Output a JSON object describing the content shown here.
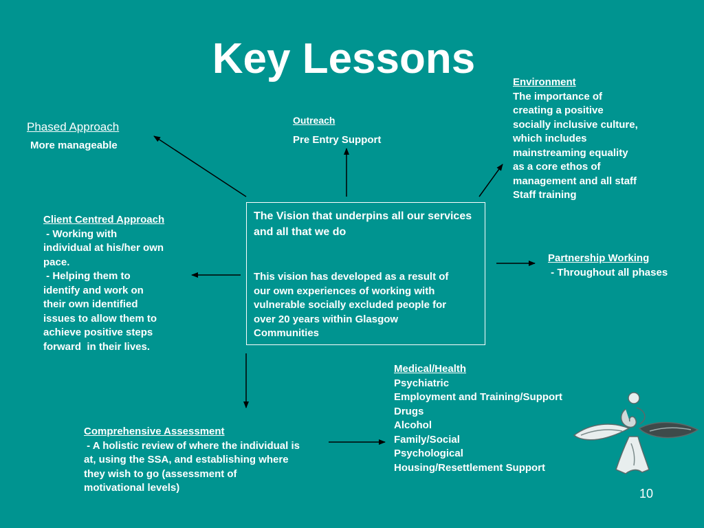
{
  "title": "Key Lessons",
  "page_number": "10",
  "colors": {
    "background": "#009490",
    "text": "#ffffff",
    "arrows": "#000000"
  },
  "center": {
    "heading": "The Vision that underpins all our services and all that we do",
    "body_lines": [
      "This vision has developed as a result of",
      "our own experiences of working with",
      "vulnerable socially excluded people for",
      "over 20 years within Glasgow",
      "Communities"
    ]
  },
  "phased": {
    "heading": "Phased Approach",
    "text": "More manageable"
  },
  "outreach": {
    "heading": "Outreach",
    "text": "Pre Entry Support"
  },
  "environment": {
    "heading": "Environment",
    "lines": [
      "The importance of",
      "creating a positive",
      "socially inclusive culture,",
      "which includes",
      "mainstreaming equality",
      "as a core ethos of",
      "management and all staff",
      "Staff training"
    ]
  },
  "client": {
    "heading": "Client Centred Approach",
    "lines": [
      " - Working with",
      "individual at his/her own",
      "pace.",
      " - Helping them to",
      "identify and work on",
      "their own identified",
      "issues to allow them to",
      "achieve positive steps",
      "forward  in their lives."
    ]
  },
  "partnership": {
    "heading": "Partnership Working",
    "text": " - Throughout all phases"
  },
  "assessment": {
    "heading": "Comprehensive Assessment",
    "lines": [
      " - A holistic review of where the individual is",
      "at, using the SSA, and establishing where",
      "they wish to go (assessment of",
      "motivational levels)"
    ]
  },
  "medical": {
    "heading": "Medical/Health",
    "lines": [
      "Psychiatric",
      "Employment and Training/Support",
      "Drugs",
      "Alcohol",
      "Family/Social",
      "Psychological",
      "Housing/Resettlement Support"
    ]
  },
  "logo_icon": "angel-figure-logo"
}
